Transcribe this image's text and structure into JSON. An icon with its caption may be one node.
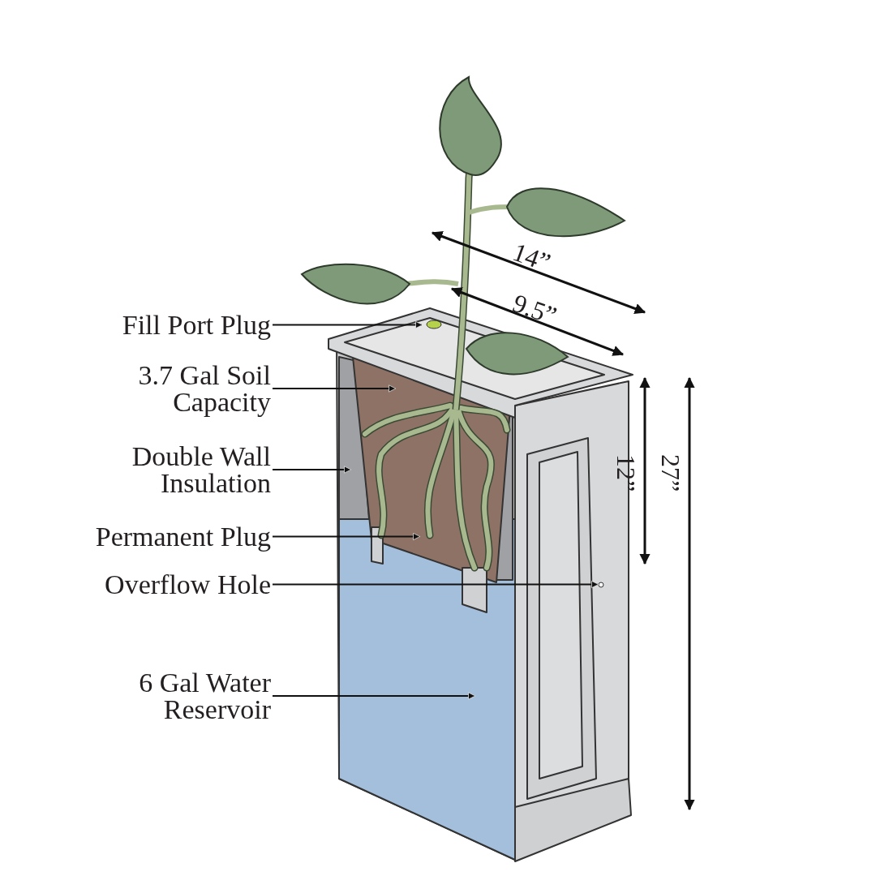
{
  "diagram": {
    "nodes": [
      {
        "text": [
          "Fill Port Plug"
        ]
      },
      {
        "text": [
          "3.7 Gal Soil Capacity"
        ]
      },
      {
        "text": [
          "Double Wall Insulation"
        ]
      },
      {
        "text": [
          "Permanent Plug"
        ]
      },
      {
        "text": [
          "Overflow Hole"
        ]
      },
      {
        "text": [
          "6 Gal Water Reservoir"
        ]
      }
    ],
    "edges": [
      {
        "from": 0,
        "to": null,
        "arrow": "to"
      },
      {
        "from": 1,
        "to": null,
        "arrow": "to"
      },
      {
        "from": 2,
        "to": null,
        "arrow": "to"
      },
      {
        "from": 3,
        "to": null,
        "arrow": "to"
      },
      {
        "from": 4,
        "to": null,
        "arrow": "to"
      },
      {
        "from": 5,
        "to": null,
        "arrow": "to"
      }
    ],
    "labels": [
      "14”",
      "9.5”",
      "12”",
      "27”"
    ]
  }
}
